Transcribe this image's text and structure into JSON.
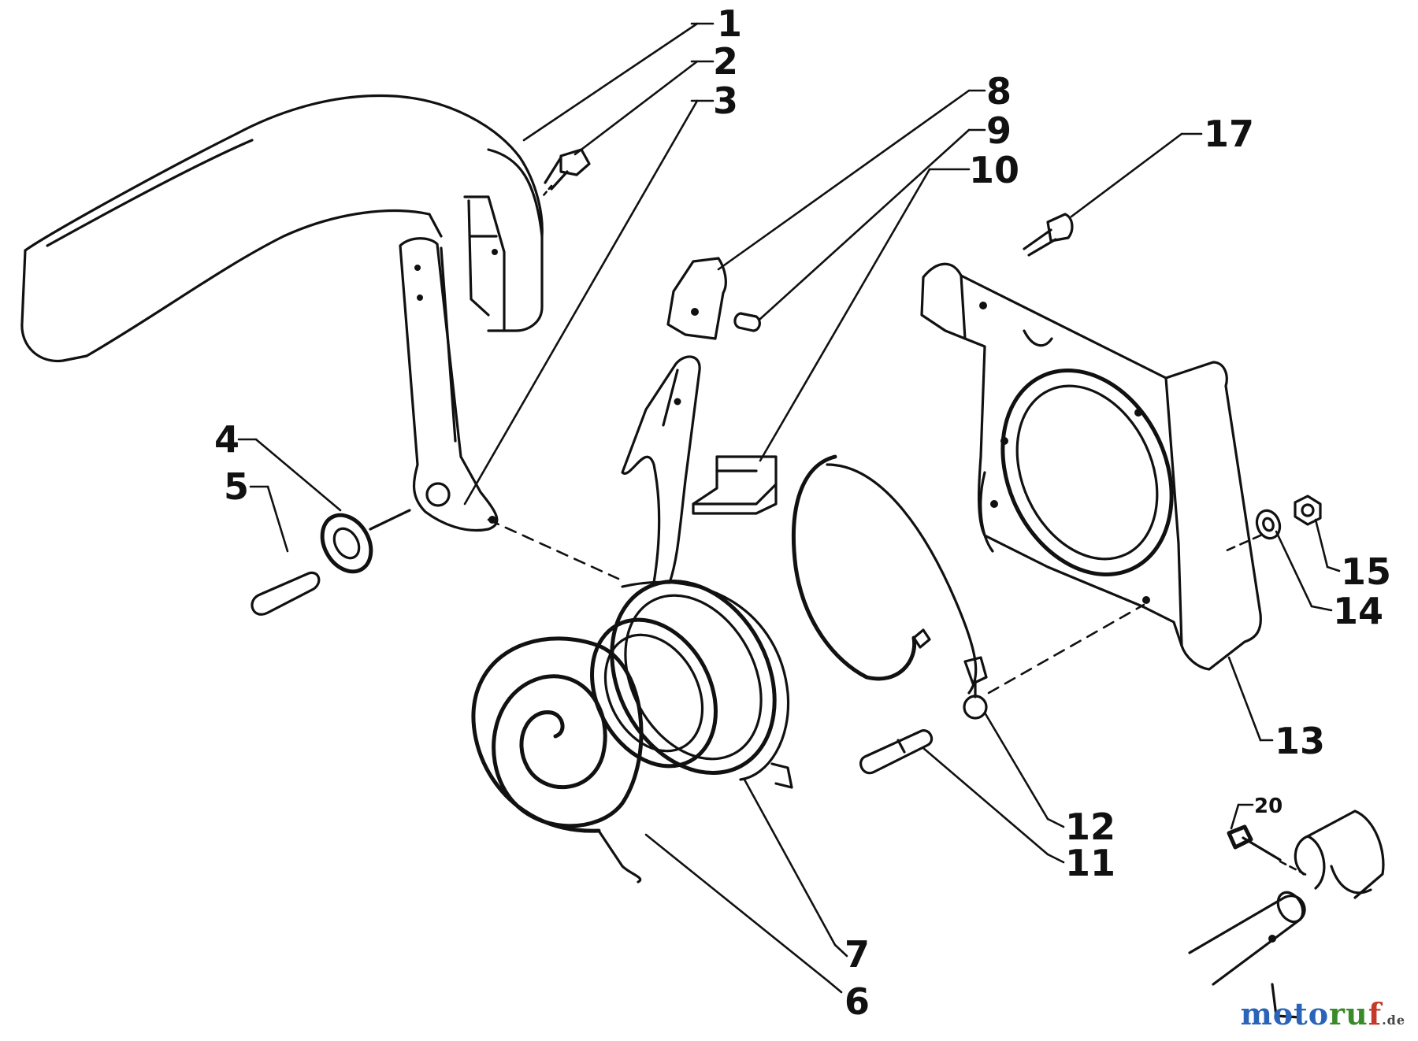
{
  "callouts": {
    "c1": "1",
    "c2": "2",
    "c3": "3",
    "c4": "4",
    "c5": "5",
    "c6": "6",
    "c7": "7",
    "c8": "8",
    "c9": "9",
    "c10": "10",
    "c11": "11",
    "c12": "12",
    "c13": "13",
    "c14": "14",
    "c15": "15",
    "c17": "17",
    "c20": "20"
  },
  "watermark": {
    "text": "motoruf.de"
  }
}
